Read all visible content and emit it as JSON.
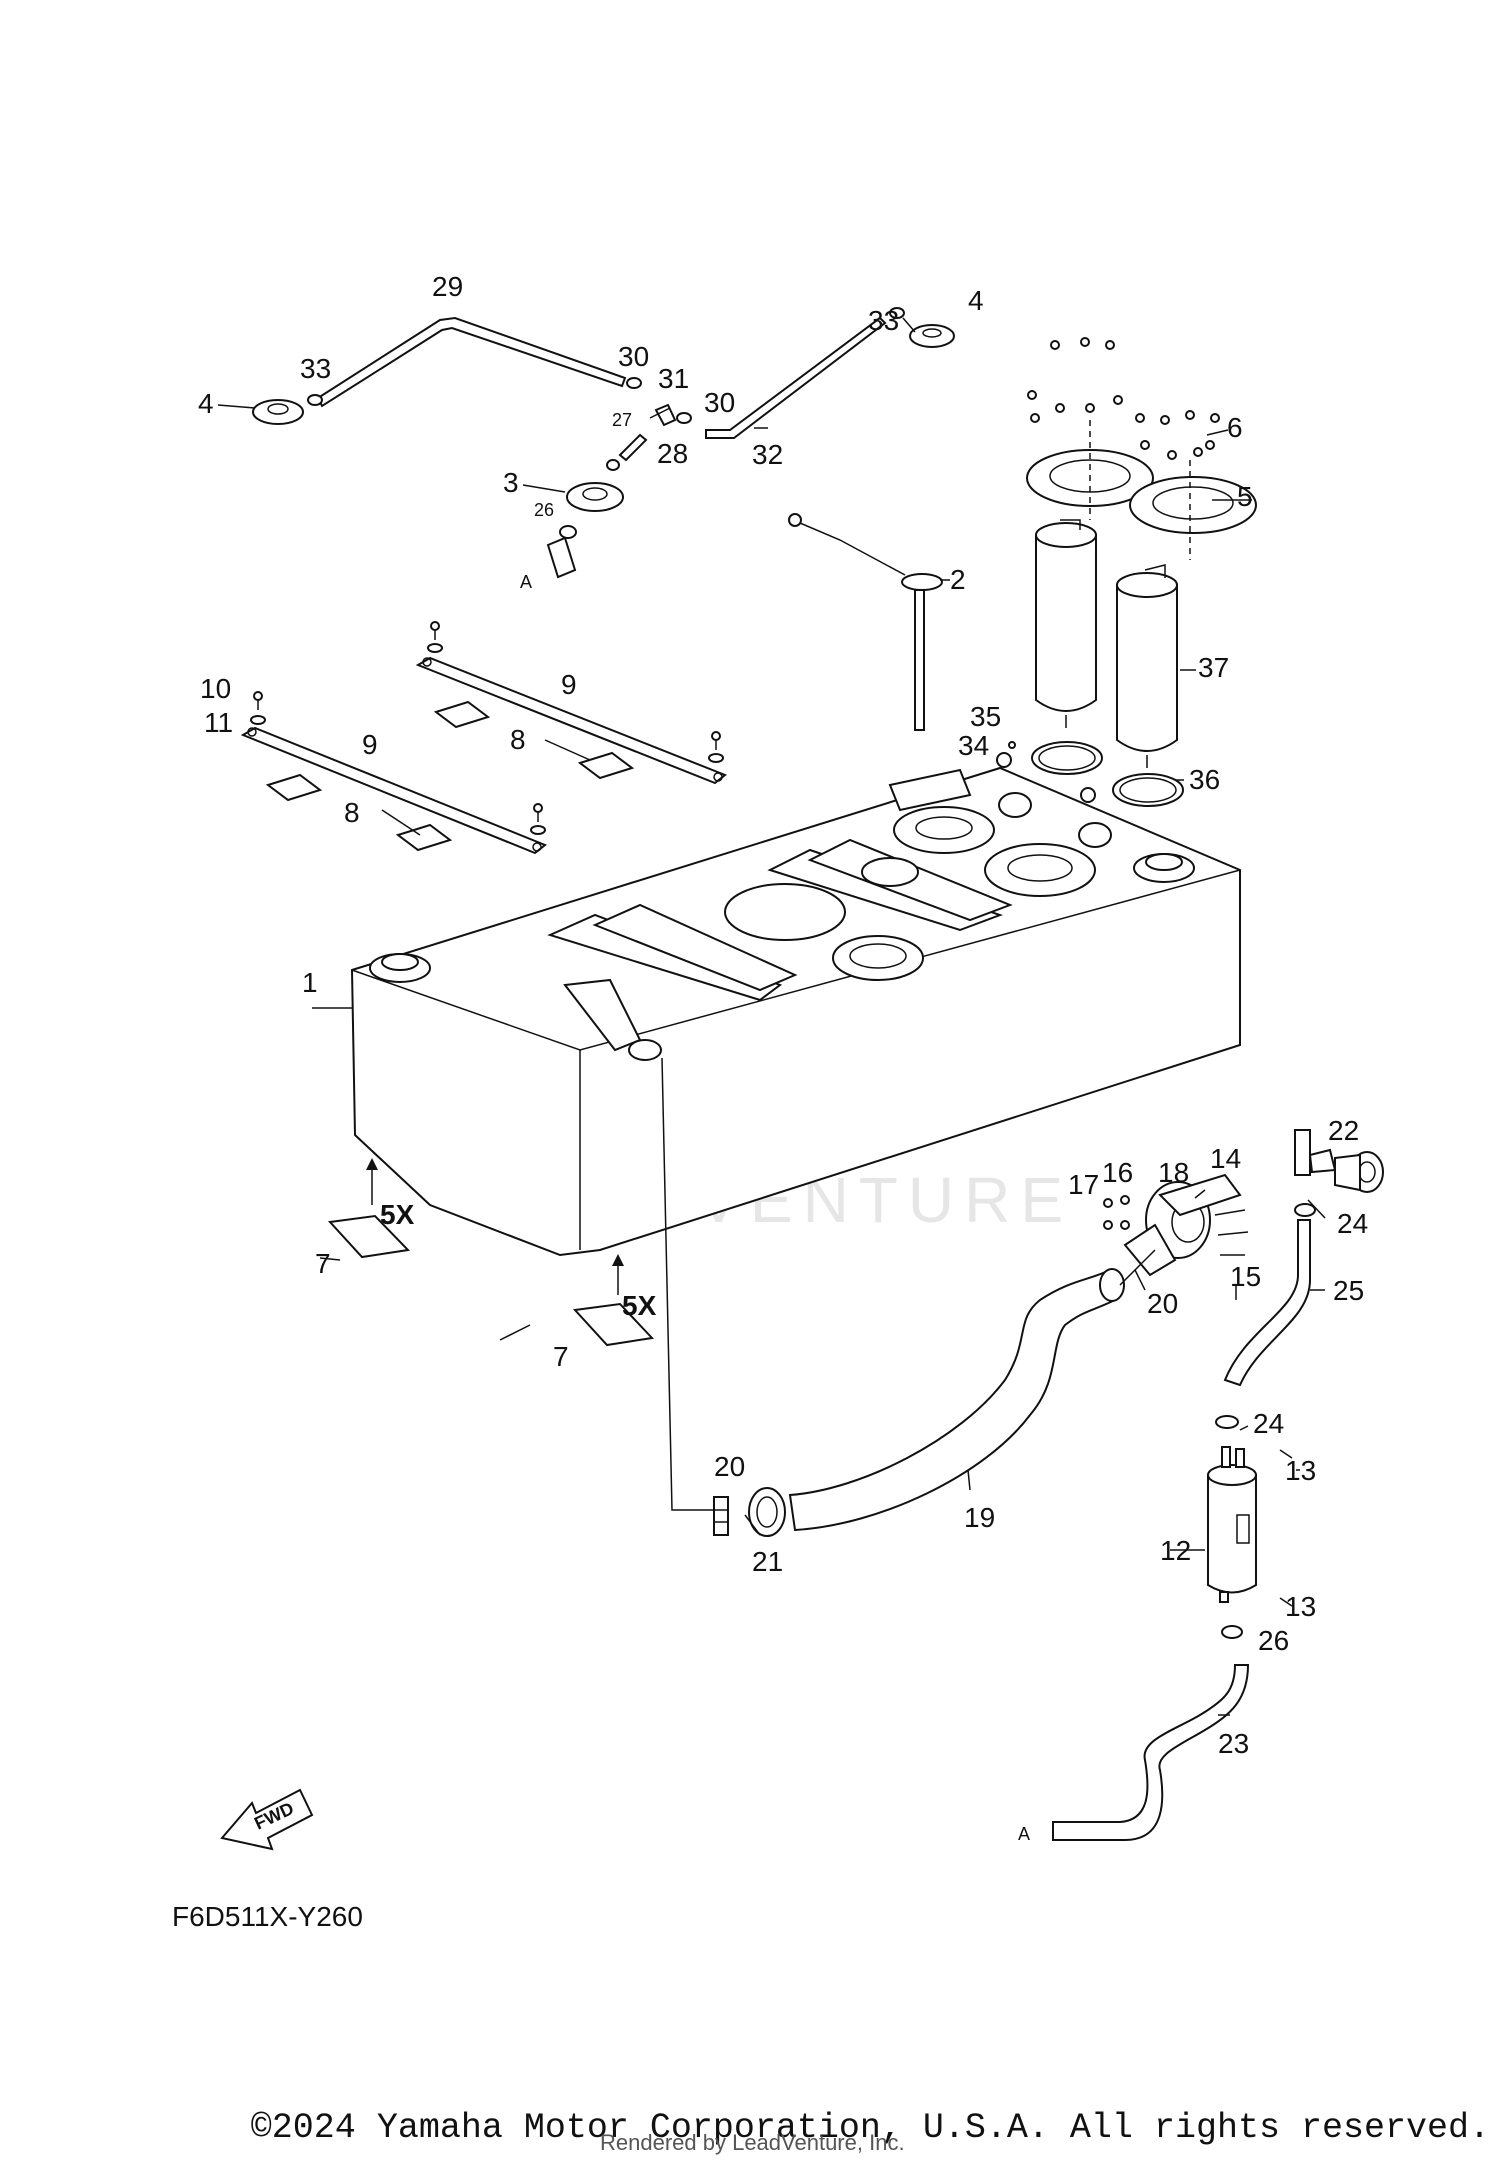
{
  "diagram_code": "F6D511X-Y260",
  "copyright": "©2024 Yamaha Motor Corporation, U.S.A. All rights reserved.",
  "rendered_by": "Rendered by LeadVenture, Inc.",
  "watermark": "LEADVENTURE",
  "fwd_label": "FWD",
  "quantity_label": "5X",
  "connector_label": "A",
  "callouts": [
    "1",
    "2",
    "3",
    "4",
    "5",
    "6",
    "7",
    "8",
    "9",
    "10",
    "11",
    "12",
    "13",
    "14",
    "15",
    "16",
    "17",
    "18",
    "19",
    "20",
    "21",
    "22",
    "23",
    "24",
    "25",
    "26",
    "27",
    "28",
    "29",
    "30",
    "31",
    "32",
    "33",
    "34",
    "35",
    "36",
    "37"
  ]
}
